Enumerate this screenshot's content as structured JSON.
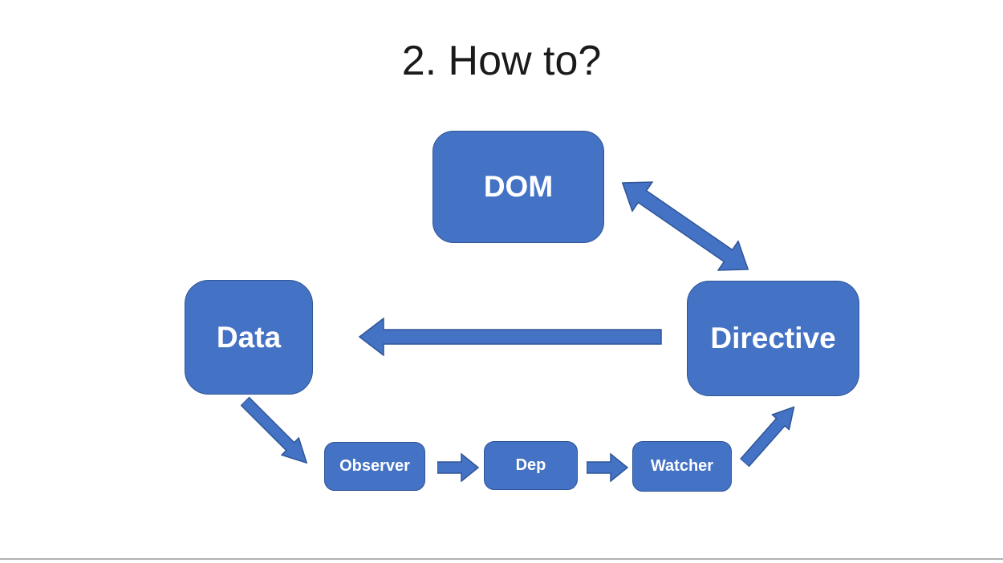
{
  "slide": {
    "title": "2. How to?",
    "nodes": {
      "dom": {
        "label": "DOM"
      },
      "data": {
        "label": "Data"
      },
      "directive": {
        "label": "Directive"
      },
      "observer": {
        "label": "Observer"
      },
      "dep": {
        "label": "Dep"
      },
      "watcher": {
        "label": "Watcher"
      }
    },
    "edges": [
      {
        "from": "DOM",
        "to": "Directive",
        "bidirectional": true
      },
      {
        "from": "Directive",
        "to": "Data",
        "bidirectional": false
      },
      {
        "from": "Data",
        "to": "Observer",
        "bidirectional": false
      },
      {
        "from": "Observer",
        "to": "Dep",
        "bidirectional": false
      },
      {
        "from": "Dep",
        "to": "Watcher",
        "bidirectional": false
      },
      {
        "from": "Watcher",
        "to": "Directive",
        "bidirectional": false
      }
    ],
    "colors": {
      "shape_fill": "#4472C4",
      "shape_border": "#2F5596",
      "shape_text": "#FFFFFF",
      "title_text": "#1A1A1A",
      "divider": "#B3B3B3"
    }
  }
}
